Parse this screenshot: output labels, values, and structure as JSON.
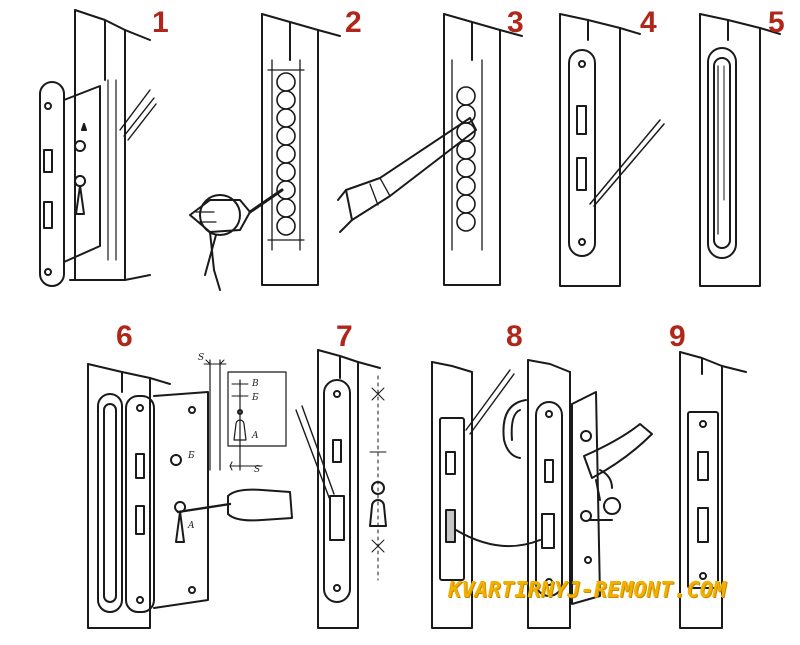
{
  "steps": [
    {
      "number": "1"
    },
    {
      "number": "2"
    },
    {
      "number": "3"
    },
    {
      "number": "4"
    },
    {
      "number": "5"
    },
    {
      "number": "6"
    },
    {
      "number": "7"
    },
    {
      "number": "8"
    },
    {
      "number": "9"
    }
  ],
  "diagram_labels": {
    "s_top": "S",
    "b": "B",
    "g": "Б",
    "a": "A",
    "s_bottom": "S",
    "plate_b": "Б",
    "plate_a": "A"
  },
  "watermark": "KVARTIRNYJ-REMONT.COM",
  "colors": {
    "step_number": "#b0261a",
    "line_art": "#1a1a1a",
    "watermark": "#f0b000"
  }
}
